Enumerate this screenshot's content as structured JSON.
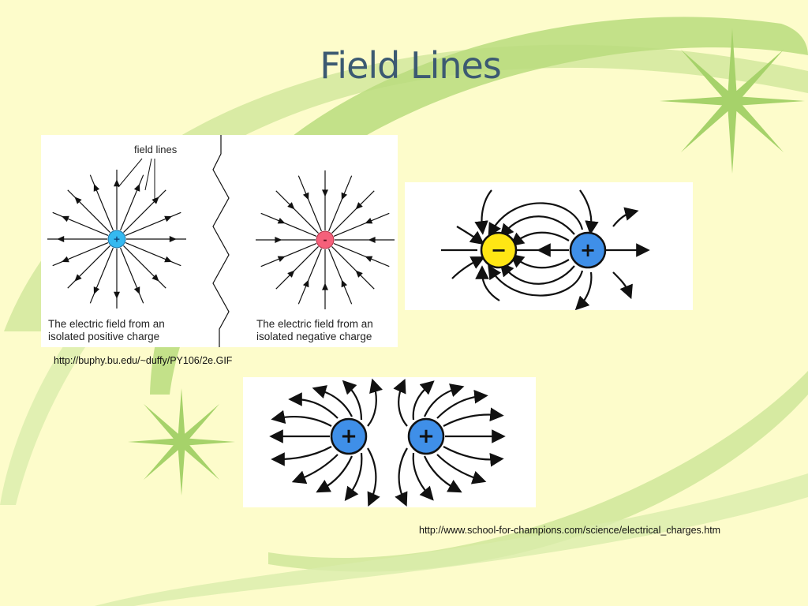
{
  "slide": {
    "title": "Field Lines",
    "background_color": "#fdfccb",
    "accent_color": "#a6d26a"
  },
  "figure1": {
    "field_lines_label": "field lines",
    "positive_symbol": "+",
    "negative_symbol": "-",
    "positive_caption": "The electric field from an isolated positive charge",
    "negative_caption": "The electric field from an isolated negative charge",
    "source_url": "http://buphy.bu.edu/~duffy/PY106/2e.GIF"
  },
  "figure2": {
    "negative_symbol": "−",
    "positive_symbol": "+",
    "negative_color": "#ffe614",
    "positive_color": "#3f8fe8"
  },
  "figure3": {
    "left_symbol": "+",
    "right_symbol": "+",
    "charge_color": "#3f8fe8",
    "source_url": "http://www.school-for-champions.com/science/electrical_charges.htm"
  }
}
